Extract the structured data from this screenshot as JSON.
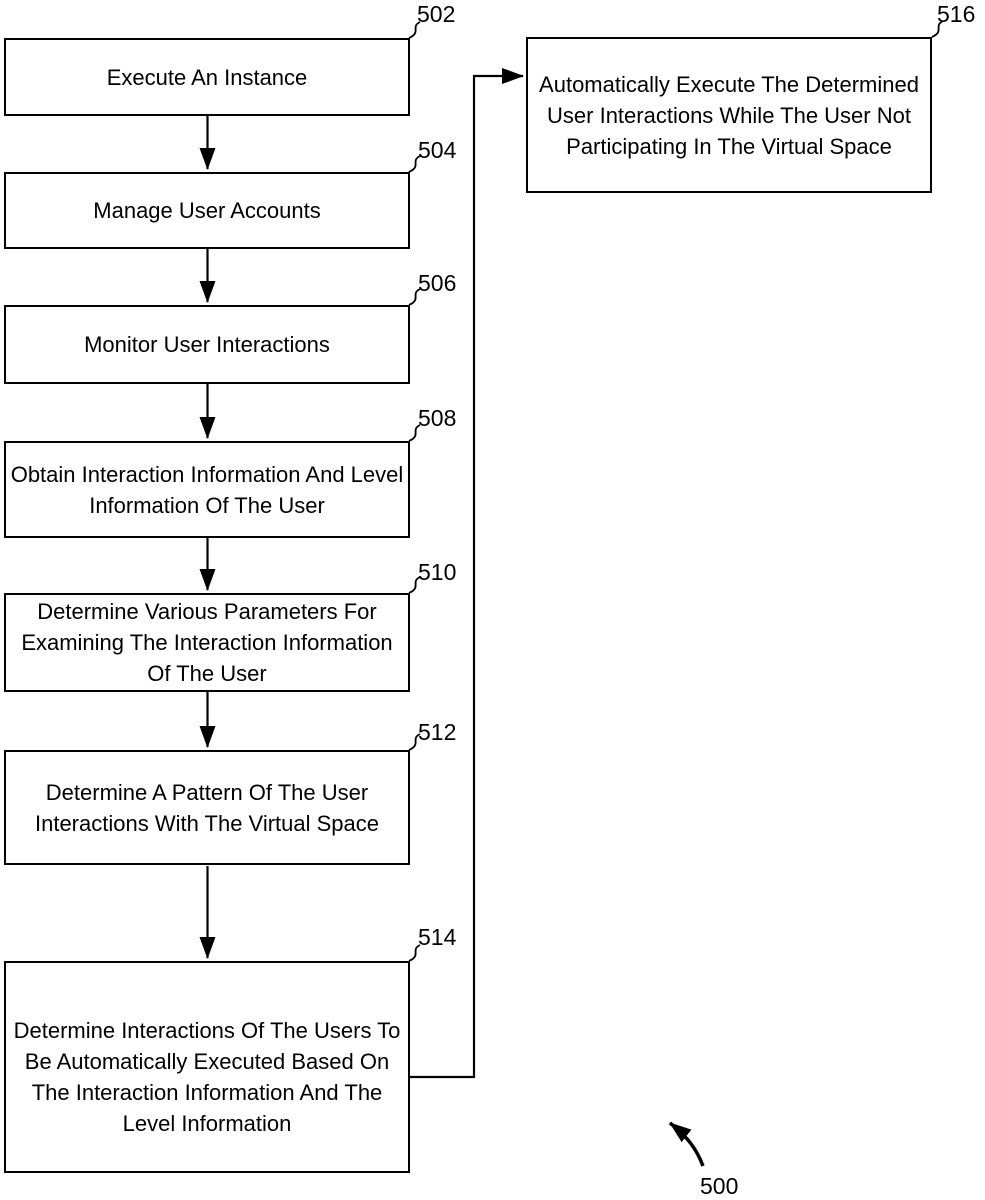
{
  "figure": {
    "figure_reference": "500",
    "boxes": [
      {
        "ref": "502",
        "text": "Execute An Instance"
      },
      {
        "ref": "504",
        "text": "Manage User Accounts"
      },
      {
        "ref": "506",
        "text": "Monitor User Interactions"
      },
      {
        "ref": "508",
        "text": "Obtain Interaction Information And Level Information Of The User"
      },
      {
        "ref": "510",
        "text": "Determine Various Parameters For Examining The Interaction Information Of The User"
      },
      {
        "ref": "512",
        "text": "Determine A Pattern Of The User Interactions With The Virtual Space"
      },
      {
        "ref": "514",
        "text": "Determine Interactions Of The Users To Be Automatically Executed Based On The Interaction Information And The Level Information"
      },
      {
        "ref": "516",
        "text": "Automatically Execute The Determined User Interactions While The User Not Participating In The Virtual Space"
      }
    ],
    "flow": [
      "502 -> 504",
      "504 -> 506",
      "506 -> 508",
      "508 -> 510",
      "510 -> 512",
      "512 -> 514",
      "514 -> 516"
    ],
    "colors": {
      "line": "#000000",
      "background": "#ffffff",
      "text": "#000000"
    }
  }
}
